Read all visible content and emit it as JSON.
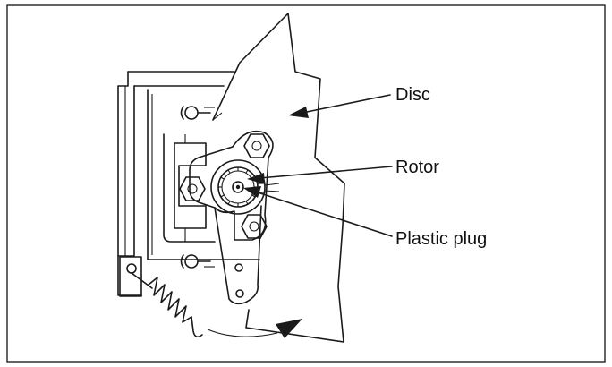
{
  "labels": {
    "disc": "Disc",
    "rotor": "Rotor",
    "plastic_plug": "Plastic plug"
  },
  "colors": {
    "ink": "#1a1a1a",
    "background": "#ffffff"
  }
}
